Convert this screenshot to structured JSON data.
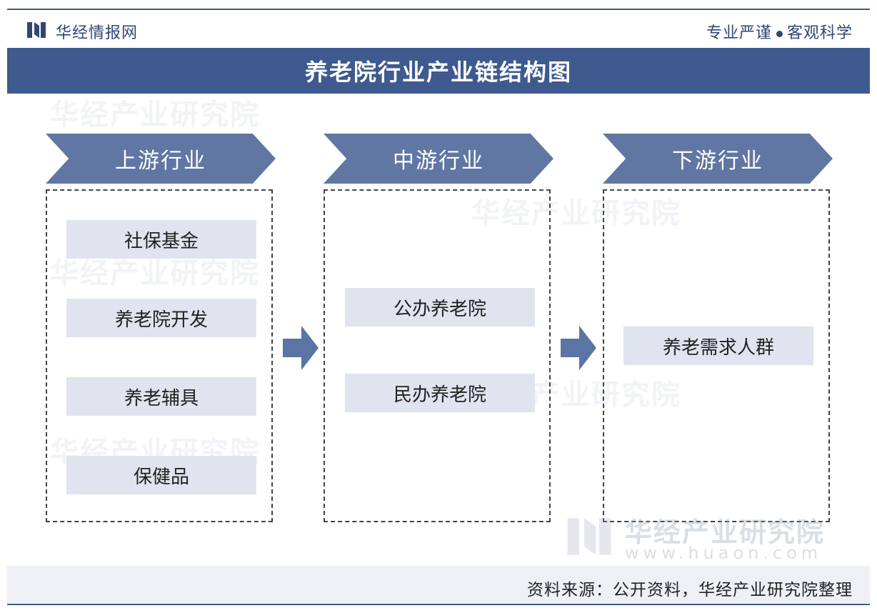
{
  "header": {
    "brand": "华经情报网",
    "motto_left": "专业严谨",
    "motto_right": "客观科学"
  },
  "title": "养老院行业产业链结构图",
  "columns": [
    {
      "label": "上游行业",
      "items": [
        "社保基金",
        "养老院开发",
        "养老辅具",
        "保健品"
      ]
    },
    {
      "label": "中游行业",
      "items": [
        "公办养老院",
        "民办养老院"
      ]
    },
    {
      "label": "下游行业",
      "items": [
        "养老需求人群"
      ]
    }
  ],
  "watermark": {
    "name": "华经产业研究院",
    "url": "www.huaon.com"
  },
  "source": "资料来源：公开资料，华经产业研究院整理",
  "colors": {
    "primary": "#3e5a8e",
    "chevron": "#6077a3",
    "item_bg": "#dfe4ee",
    "arrow": "#5a74a3"
  }
}
